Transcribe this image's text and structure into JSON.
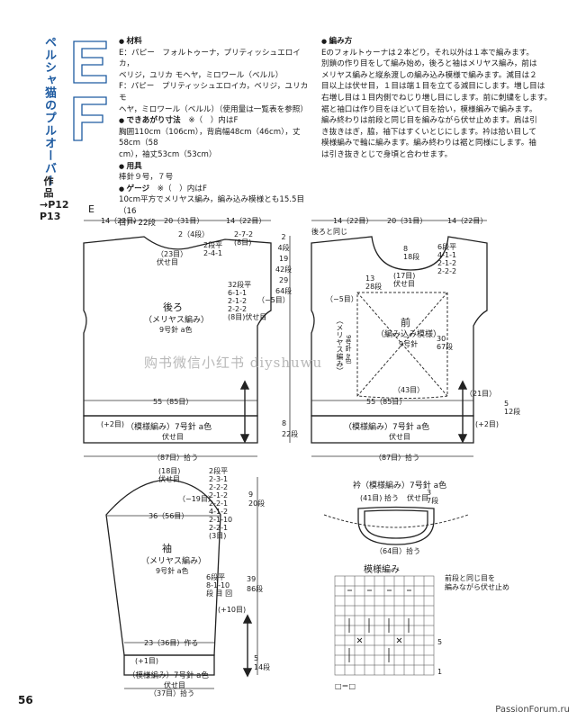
{
  "page": {
    "vertical_title": "ペルシャ猫のプルオーバー",
    "work_ref": "作品→P12 P13",
    "letters": [
      "E",
      "F"
    ],
    "page_number": "56",
    "footer_site": "PassionForum.ru",
    "watermark": "购书微信小红书 diyshuwu"
  },
  "materials": {
    "heading": "材料",
    "lines": [
      "E：パピー　フォルトゥーナ，プリティッシュエロイカ，",
      "ベリジ，ユリカ モヘヤ，ミロワール（ベルル）",
      "F：パピー　プリティッシュエロイカ，ベリジ，ユリカ モ",
      "ヘヤ，ミロワール（ベルル）（使用量は一覧表を参照）"
    ]
  },
  "size": {
    "heading": "できあがり寸法",
    "note": "※（　）内はF",
    "lines": [
      "胸囲110cm（106cm），背肩幅48cm（46cm），丈58cm（58",
      "cm），袖丈53cm（53cm）"
    ]
  },
  "tools": {
    "heading": "用具",
    "lines": [
      "棒針９号，７号"
    ]
  },
  "gauge": {
    "heading": "ゲージ",
    "note": "※（　）内はF",
    "lines": [
      "10cm平方でメリヤス編み，編み込み模様とも15.5目（16",
      "目）・22段"
    ]
  },
  "howto": {
    "heading": "編み方",
    "lines": [
      "Eのフォルトゥーナは２本どり，それ以外は１本で編みます。",
      "別鎖の作り目をして編み始め，後ろと袖はメリヤス編み，前は",
      "メリヤス編みと縦糸渡しの編み込み模様で編みます。減目は２",
      "目以上は伏せ目，１目は端１目を立てる減目にします。増し目は",
      "右増し目は１目内側でねじり増し目にします。前に刺繍をします。",
      "裾と袖口は作り目をほどいて目を拾い，模様編みで編みます。",
      "編み終わりは前段と同じ目を編みながら伏せ止めます。肩は引",
      "き抜きはぎ，脇，袖下はすくいとじにします。衿は拾い目して",
      "模様編みで輪に編みます。編み終わりは裾と同様にします。袖",
      "は引き抜きとじで身頃と合わせます。"
    ]
  },
  "diagram": {
    "section_label": "E",
    "back": {
      "title": "後ろ",
      "subtitle": "（メリヤス編み）",
      "needle": "9号針 a色",
      "top_dims": [
        "14（22目）",
        "20（31目）",
        "14（22目）"
      ],
      "neck_rows": "2（4段）",
      "neck_dec": "2段平\n2-4-1",
      "shoulder": "2-7-2\n(8目)",
      "neck_bind": "（23目）\n伏せ目",
      "armhole": "32段平\n6-1-1\n2-1-2\n2-2-2\n(8目)伏せ目",
      "right_dims": "2\n4段\n19\n42段\n29\n64段",
      "armhole_dec": "（−5目）",
      "width_bottom": "55（85目）",
      "inc": "(+2目)",
      "hem": "（模様編み）7号針 a色",
      "hem_bind": "伏せ目",
      "hem_rows": "8\n22段",
      "cast_on": "（87目）拾う"
    },
    "front": {
      "title": "前",
      "subtitle": "（編み込み模様）",
      "needle": "9号針",
      "top_dims": [
        "14（22目）",
        "20（31目）",
        "14（22目）"
      ],
      "back_same": "後ろと同じ",
      "neck_rows": "8\n18段",
      "neck_dec": "6段平\n4-1-1\n2-1-2\n2-2-2",
      "neck_bind": "(17目)\n伏せ目",
      "side_rows": "13\n28段",
      "side_label": "（メリヤス編み）",
      "side_needle": "9号針 a色",
      "inner_rows": "30\n67段",
      "width_mid": "（43目）",
      "width_bottom": "55（85目）",
      "side_inc": "（21目）",
      "side_inc_rows": "5\n12段",
      "armhole_dec": "（−5目）",
      "inc": "(+2目)",
      "hem": "（模様編み）7号針 a色",
      "hem_bind": "伏せ目",
      "cast_on": "（87目）拾う"
    },
    "sleeve": {
      "title": "袖",
      "subtitle": "（メリヤス編み）",
      "needle": "9号針 a色",
      "cap_bind": "(18目)\n伏せ目",
      "cap_dec": "2段平\n2-3-1\n2-2-2\n2-1-2\n2-2-1\n4-1-2\n2-1-10\n2-2-1\n(3目)",
      "cap_rows": "9\n20段",
      "cap_dec_total": "（−19目）",
      "width_top": "36（56目）",
      "side_inc": "6段平\n8-1-10\n段 目 回",
      "side_rows": "39\n86段",
      "inc_total": "(+10目)",
      "width_bottom": "23（36目）作る",
      "inc": "(+1目)",
      "hem": "（模様編み）7号針 a色",
      "hem_bind": "伏せ目",
      "hem_rows": "5\n14段",
      "cast_on": "（37目）拾う"
    },
    "collar": {
      "title": "衿（模様編み）7号針 a色",
      "pickup_top": "(41目) 拾う",
      "bind": "伏せ目",
      "rows": "3\n7段",
      "pickup_bottom": "（64目）拾う"
    },
    "pattern": {
      "title": "模様編み",
      "note": "前段と同じ目を\n編みながら伏せ止め",
      "row_numbers": [
        "1",
        "5"
      ],
      "legend": "□＝□"
    }
  }
}
